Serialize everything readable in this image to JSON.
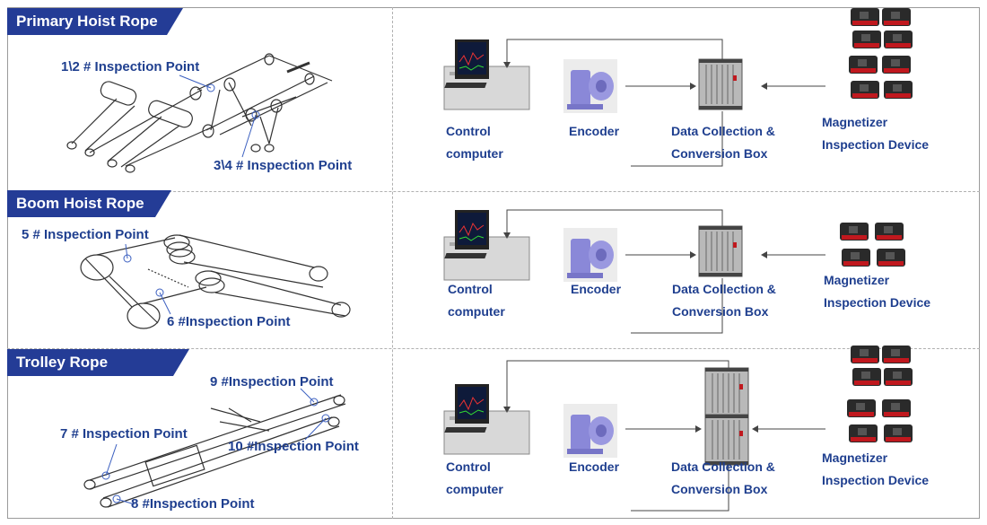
{
  "sections": [
    {
      "title": "Primary Hoist Rope",
      "points": [
        "1\\2 # Inspection Point",
        "3\\4 # Inspection Point"
      ]
    },
    {
      "title": "Boom Hoist Rope",
      "points": [
        "5 # Inspection  Point",
        "6 #Inspection Point"
      ]
    },
    {
      "title": "Trolley Rope",
      "points": [
        "7 # Inspection Point",
        "8 #Inspection  Point",
        "9 #Inspection  Point",
        "10 #Inspection Point"
      ]
    }
  ],
  "devices": {
    "control_computer": [
      "Control",
      "computer"
    ],
    "encoder": "Encoder",
    "data_box": [
      "Data Collection &",
      "Conversion Box"
    ],
    "magnetizer": [
      "Magnetizer",
      "Inspection Device"
    ]
  },
  "colors": {
    "tab": "#243c96",
    "label_text": "#1f3f8f",
    "encoder_body": "#8a88d8",
    "magnetizer_red": "#c0181e"
  }
}
